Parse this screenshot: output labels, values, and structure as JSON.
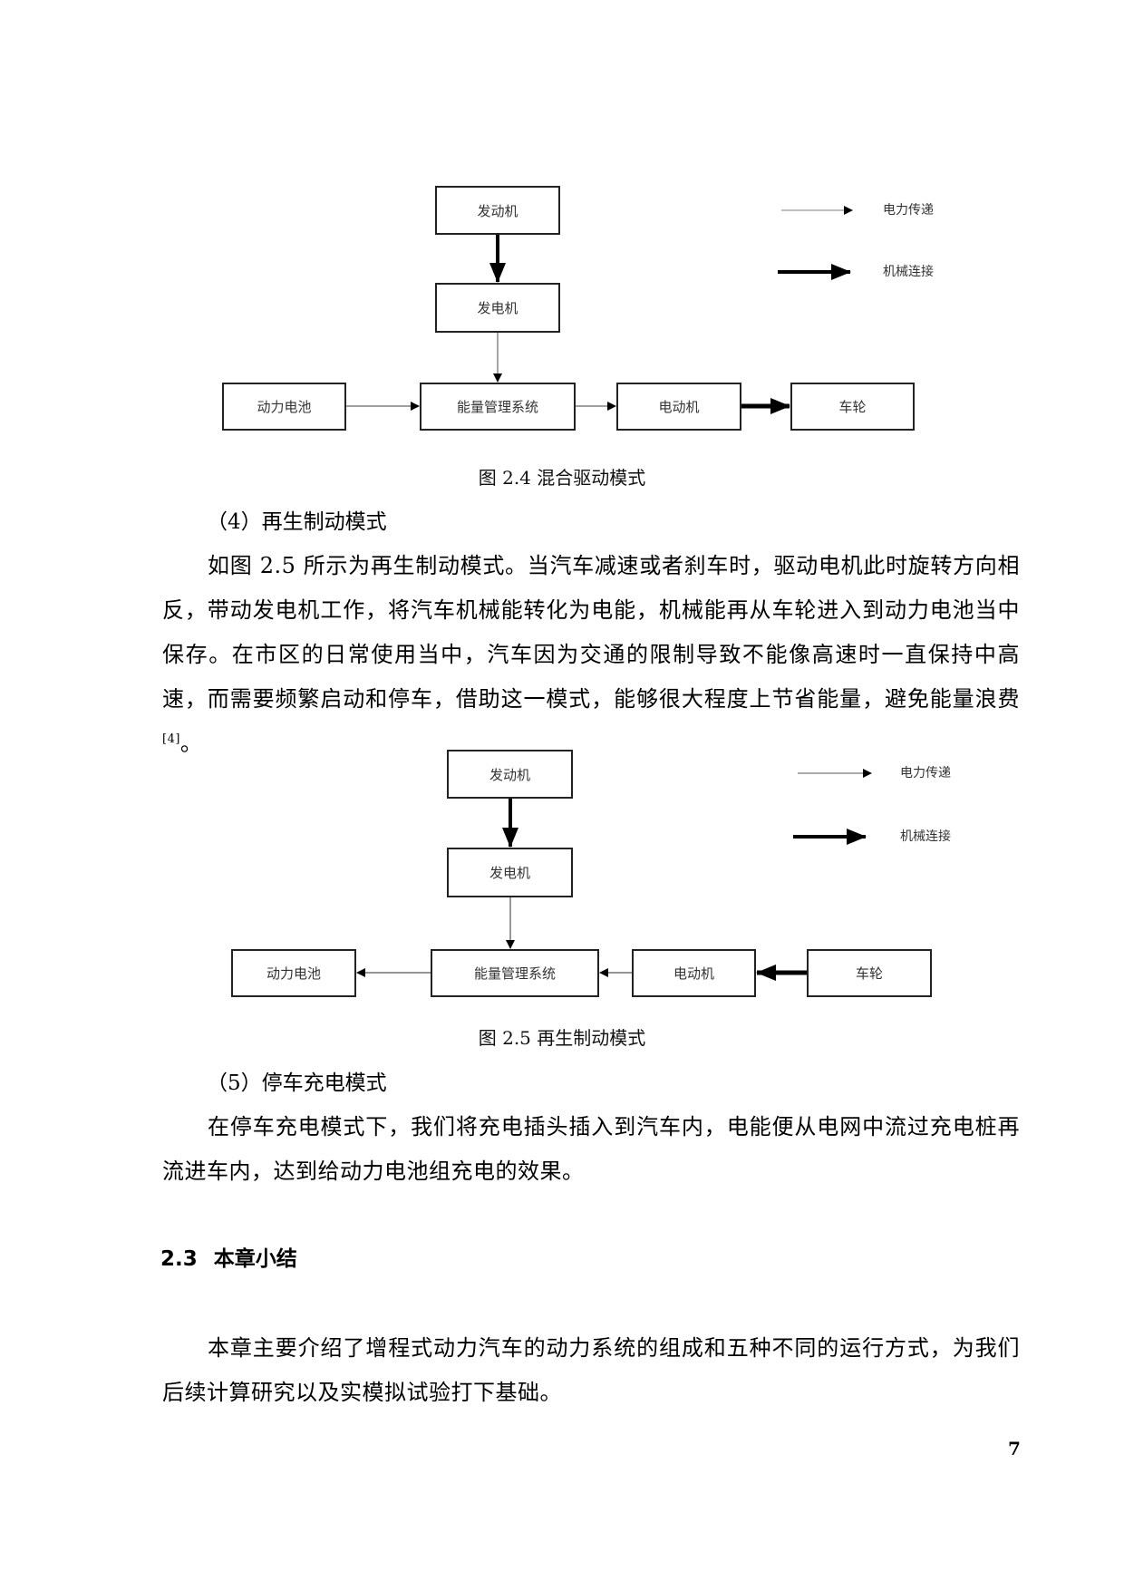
{
  "figures": [
    {
      "id": "fig-2-4",
      "caption": "图 2.4  混合驱动模式",
      "boxes": {
        "engine": "发动机",
        "generator": "发电机",
        "battery": "动力电池",
        "ems": "能量管理系统",
        "motor": "电动机",
        "wheel": "车轮"
      },
      "legend": {
        "electric": "电力传递",
        "mechanical": "机械连接"
      },
      "connections": [
        {
          "from": "发动机",
          "to": "发电机",
          "type": "mechanical"
        },
        {
          "from": "发电机",
          "to": "能量管理系统",
          "type": "electric"
        },
        {
          "from": "动力电池",
          "to": "能量管理系统",
          "type": "electric"
        },
        {
          "from": "能量管理系统",
          "to": "电动机",
          "type": "electric"
        },
        {
          "from": "电动机",
          "to": "车轮",
          "type": "mechanical"
        }
      ]
    },
    {
      "id": "fig-2-5",
      "caption": "图 2.5 再生制动模式",
      "boxes": {
        "engine": "发动机",
        "generator": "发电机",
        "battery": "动力电池",
        "ems": "能量管理系统",
        "motor": "电动机",
        "wheel": "车轮"
      },
      "legend": {
        "electric": "电力传递",
        "mechanical": "机械连接"
      },
      "connections": [
        {
          "from": "发动机",
          "to": "发电机",
          "type": "mechanical"
        },
        {
          "from": "发电机",
          "to": "能量管理系统",
          "type": "electric"
        },
        {
          "from": "能量管理系统",
          "to": "动力电池",
          "type": "electric"
        },
        {
          "from": "电动机",
          "to": "能量管理系统",
          "type": "electric"
        },
        {
          "from": "车轮",
          "to": "电动机",
          "type": "mechanical"
        }
      ]
    }
  ],
  "subsections": {
    "regen": {
      "heading": "（4）再生制动模式",
      "paragraph": "如图 2.5 所示为再生制动模式。当汽车减速或者刹车时，驱动电机此时旋转方向相反，带动发电机工作，将汽车机械能转化为电能，机械能再从车轮进入到动力电池当中保存。在市区的日常使用当中，汽车因为交通的限制导致不能像高速时一直保持中高速，而需要频繁启动和停车，借助这一模式，能够很大程度上节省能量，避免能量浪费",
      "citation": "[4]",
      "end": "。"
    },
    "parking": {
      "heading": "（5）停车充电模式",
      "paragraph": "在停车充电模式下，我们将充电插头插入到汽车内，电能便从电网中流过充电桩再流进车内，达到给动力电池组充电的效果。"
    }
  },
  "section": {
    "number": "2.3",
    "title": "本章小结",
    "paragraph": "本章主要介绍了增程式动力汽车的动力系统的组成和五种不同的运行方式，为我们后续计算研究以及实模拟试验打下基础。"
  },
  "page_number": "7"
}
